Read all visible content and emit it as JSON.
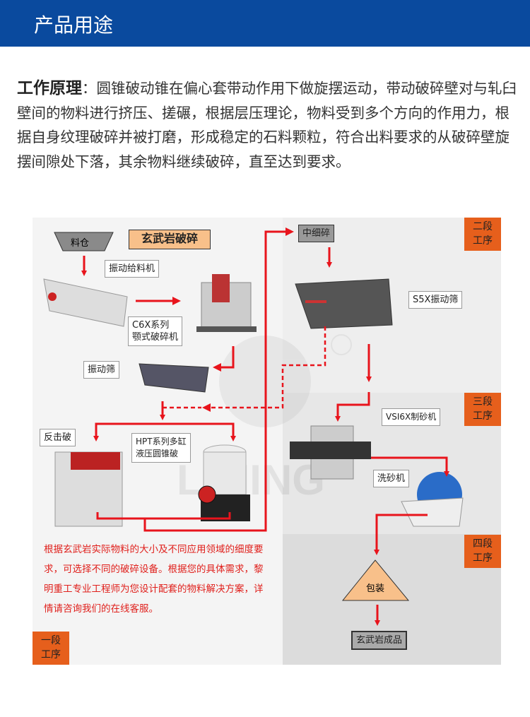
{
  "header": {
    "title": "产品用途"
  },
  "intro": {
    "label": "工作原理",
    "text": "：圆锥破动锥在偏心套带动作用下做旋摆运动，带动破碎壁对与轧臼壁间的物料进行挤压、搓碾，根据层压理论，物料受到多个方向的作用力，根据自身纹理破碎并被打磨，形成稳定的石料颗粒，符合出料要求的从破碎壁旋摆间隙处下落，其余物料继续破碎，直至达到要求。"
  },
  "diagram": {
    "title": "玄武岩破碎",
    "hopper": "料仓",
    "feeder": "振动给料机",
    "jaw": "C6X系列\n颚式破碎机",
    "screen1": "振动筛",
    "impact": "反击破",
    "cone": "HPT系列多缸\n液压圆锥破",
    "medium": "中细碎",
    "screen2": "S5X振动筛",
    "sand_maker": "VSI6X制砂机",
    "washer": "洗砂机",
    "packing": "包装",
    "product": "玄武岩成品",
    "stages": [
      "一段\n工序",
      "二段\n工序",
      "三段\n工序",
      "四段\n工序"
    ],
    "note": "根据玄武岩实际物料的大小及不同应用领域的细度要求，可选择不同的破碎设备。根据您的具体需求，黎明重工专业工程师为您设计配套的物料解决方案，详情请咨询我们的在线客服。",
    "watermark": "LIMING"
  },
  "colors": {
    "header": "#0a4a9e",
    "arrow": "#e8141c",
    "stage": "#e65f1c"
  }
}
